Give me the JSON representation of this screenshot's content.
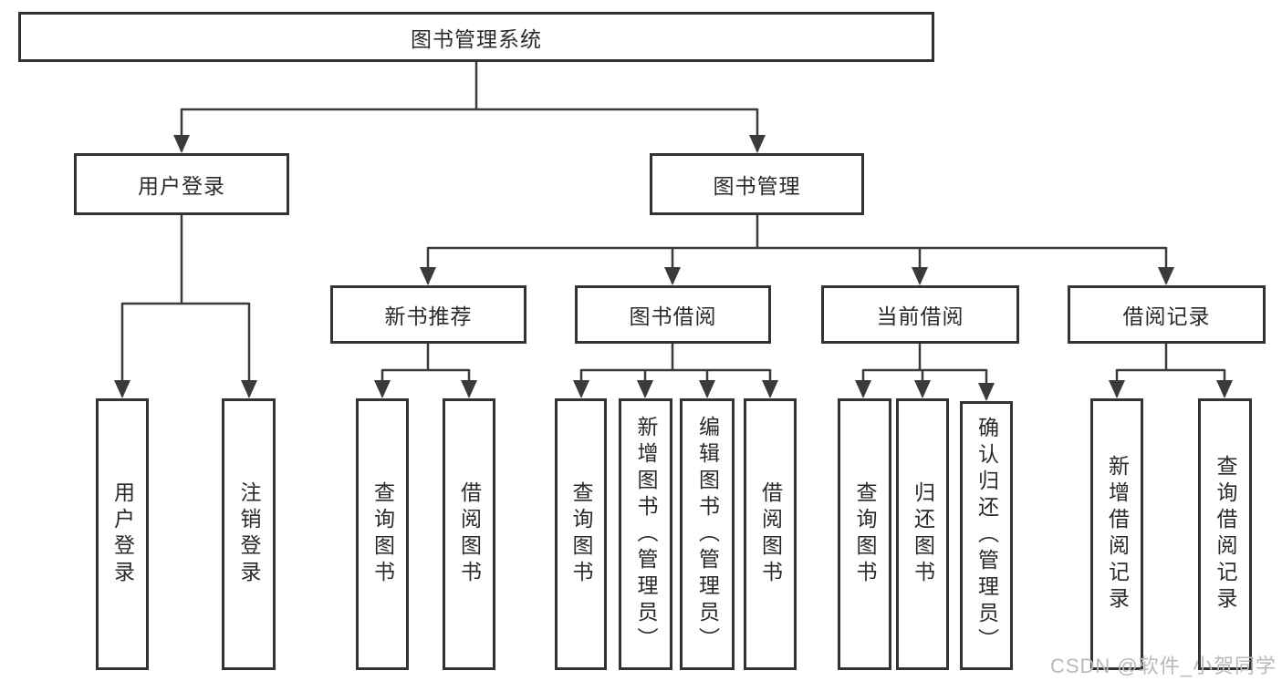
{
  "tree": {
    "root": "图书管理系统",
    "level2": [
      {
        "label": "用户登录",
        "leaves": [
          "用户登录",
          "注销登录"
        ]
      },
      {
        "label": "图书管理",
        "children": [
          {
            "label": "新书推荐",
            "leaves": [
              "查询图书",
              "借阅图书"
            ]
          },
          {
            "label": "图书借阅",
            "leaves": [
              "查询图书",
              "新增图书（管理员）",
              "编辑图书（管理员）",
              "借阅图书"
            ]
          },
          {
            "label": "当前借阅",
            "leaves": [
              "查询图书",
              "归还图书",
              "确认归还（管理员）"
            ]
          },
          {
            "label": "借阅记录",
            "leaves": [
              "新增借阅记录",
              "查询借阅记录"
            ]
          }
        ]
      }
    ]
  },
  "watermark": "CSDN @软件_小贺同学",
  "colors": {
    "line": "#3a3a3a",
    "border": "#333333",
    "text": "#2a2a2a",
    "background": "#ffffff",
    "watermark": "#b9b9b9"
  }
}
